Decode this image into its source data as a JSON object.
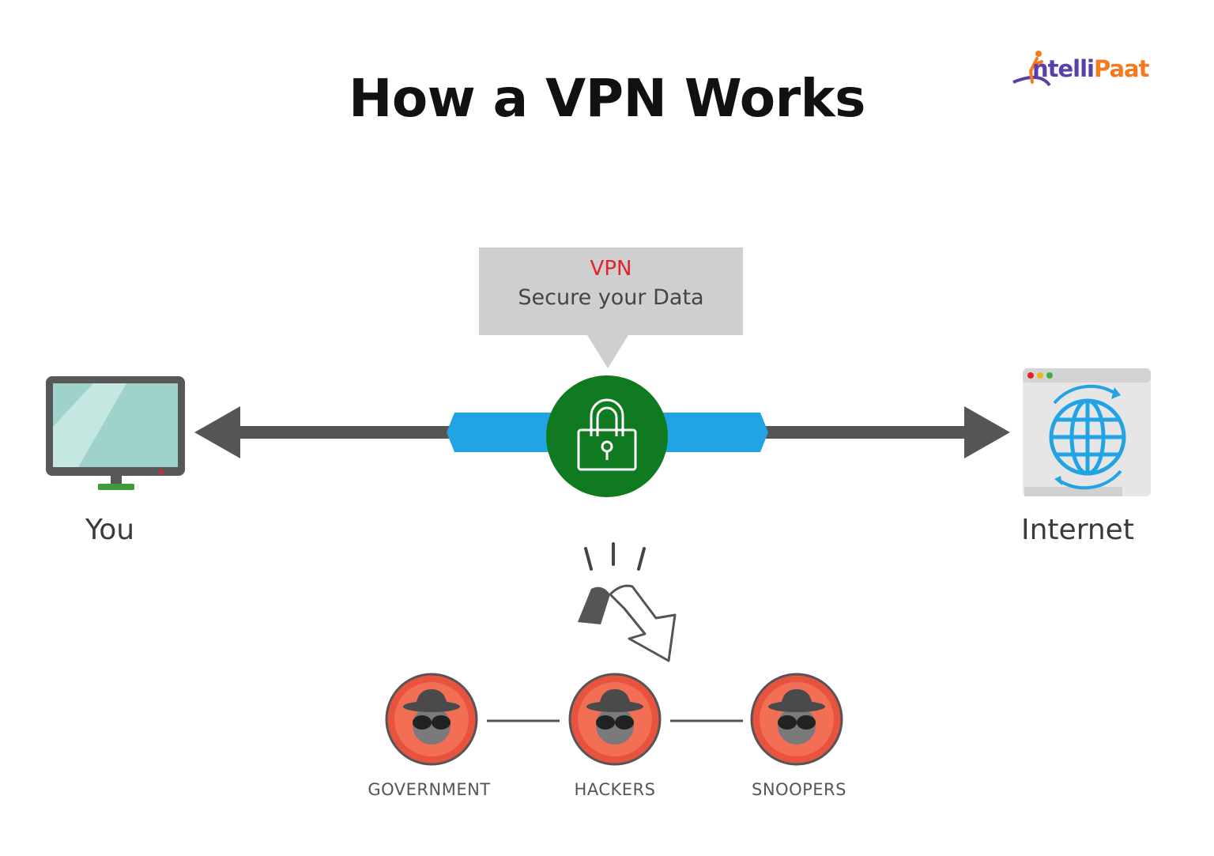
{
  "title": "How a VPN Works",
  "logo": {
    "part1": "ntelli",
    "part2": "Paat",
    "initial": "I"
  },
  "bubble": {
    "heading": "VPN",
    "subtext": "Secure your Data"
  },
  "endpoints": {
    "left": "You",
    "right": "Internet"
  },
  "threats": [
    "GOVERNMENT",
    "HACKERS",
    "SNOOPERS"
  ],
  "colors": {
    "tunnel": "#22a3e3",
    "lock_circle": "#0f7a1f",
    "arrow": "#555555",
    "threat_circle": "#e8533f",
    "vpn_text": "#e3222a"
  },
  "icons": {
    "left": "monitor-icon",
    "center": "padlock-icon",
    "right": "globe-browser-icon",
    "threat": "spy-icon",
    "intercept": "blocked-arrow-icon"
  }
}
